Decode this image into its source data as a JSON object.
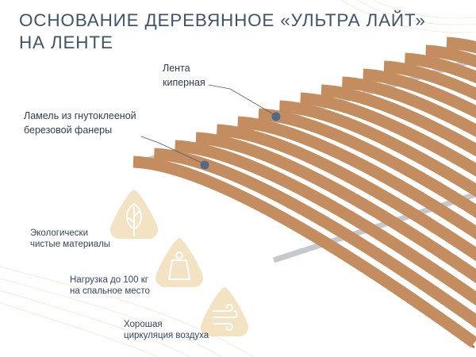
{
  "title": {
    "line1": "ОСНОВАНИЕ ДЕРЕВЯННОЕ «УЛЬТРА ЛАЙТ»",
    "line2": "НА ЛЕНТЕ"
  },
  "callouts": {
    "tape": {
      "line1": "Лента",
      "line2": "киперная"
    },
    "slat": {
      "line1": "Ламель из гнутоклееной",
      "line2": "березовой фанеры"
    }
  },
  "features": [
    {
      "icon": "leaf-icon",
      "line1": "Экологически",
      "line2": "чистые материалы"
    },
    {
      "icon": "weight-icon",
      "line1": "Нагрузка до 100 кг",
      "line2": "на спальное место"
    },
    {
      "icon": "airflow-icon",
      "line1": "Хорошая",
      "line2": "циркуляция воздуха"
    }
  ],
  "colors": {
    "title": "#40546a",
    "wood": "#c48d5f",
    "wood_dark": "#a26e43",
    "tape": "#c5c9ce",
    "icon_bg": "#f3e3c2",
    "icon_line": "#ffffff",
    "marker": "#4f6b86"
  }
}
